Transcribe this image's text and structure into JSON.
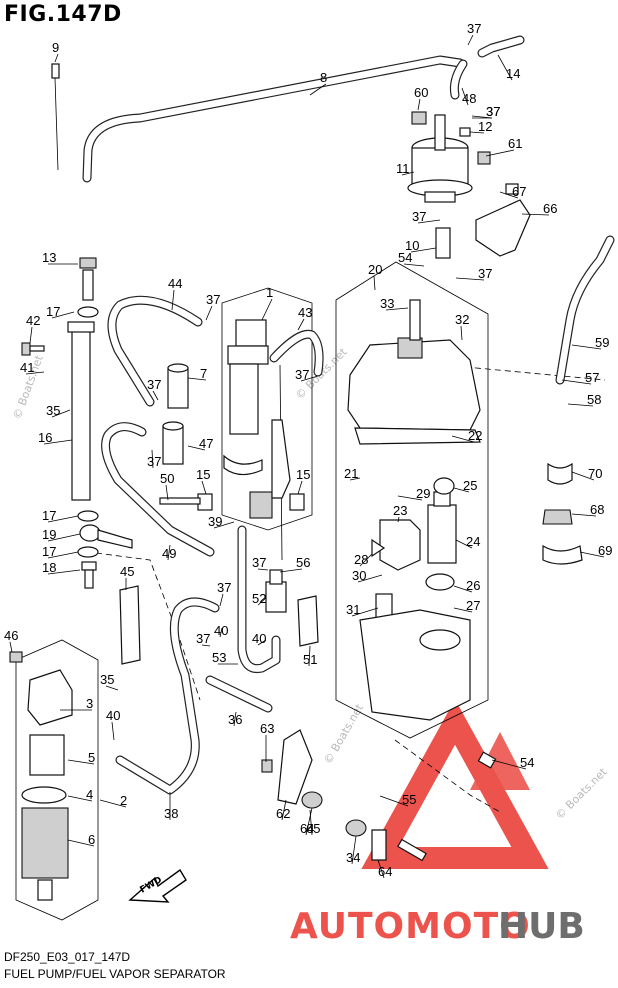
{
  "figure_title": "FIG.147D",
  "footer": {
    "code": "DF250_E03_017_147D",
    "name": "FUEL PUMP/FUEL VAPOR SEPARATOR"
  },
  "watermark": {
    "text": "© Boats.net",
    "logo_text": "AUTOMOTOHUB",
    "logo_color": "#e8362d"
  },
  "callouts": [
    "9",
    "8",
    "37",
    "14",
    "48",
    "37",
    "60",
    "37",
    "12",
    "61",
    "11",
    "67",
    "66",
    "37",
    "10",
    "54",
    "37",
    "20",
    "13",
    "44",
    "37",
    "1",
    "43",
    "33",
    "32",
    "17",
    "42",
    "41",
    "35",
    "37",
    "7",
    "37",
    "59",
    "57",
    "58",
    "16",
    "37",
    "47",
    "22",
    "70",
    "15",
    "15",
    "50",
    "21",
    "25",
    "17",
    "39",
    "29",
    "68",
    "23",
    "19",
    "49",
    "37",
    "56",
    "28",
    "24",
    "17",
    "69",
    "18",
    "30",
    "26",
    "45",
    "37",
    "52",
    "31",
    "27",
    "40",
    "46",
    "37",
    "40",
    "51",
    "53",
    "35",
    "3",
    "40",
    "36",
    "5",
    "63",
    "54",
    "4",
    "2",
    "55",
    "38",
    "62",
    "6",
    "64",
    "34",
    "64",
    "65"
  ]
}
